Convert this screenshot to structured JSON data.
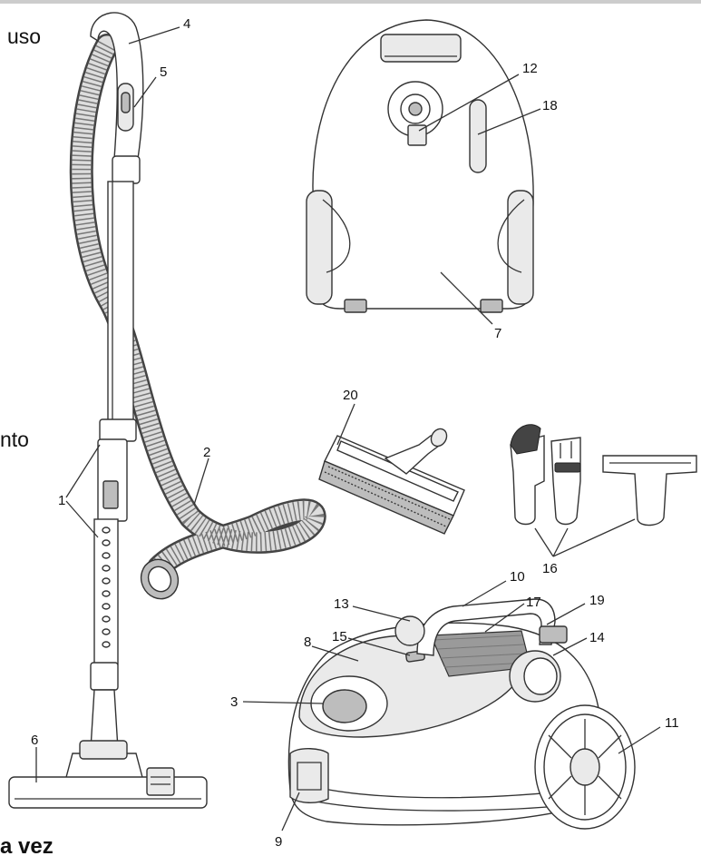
{
  "page": {
    "top_text": "uso",
    "mid_text": "nto",
    "bottom_text": "a vez"
  },
  "callouts": [
    "1",
    "2",
    "3",
    "4",
    "5",
    "6",
    "7",
    "8",
    "9",
    "10",
    "11",
    "12",
    "13",
    "14",
    "15",
    "16",
    "17",
    "18",
    "19",
    "20"
  ],
  "colors": {
    "line": "#333333",
    "fill_light": "#eaeaea",
    "fill_dark": "#bdbdbd",
    "top_rule": "#cccccc"
  }
}
